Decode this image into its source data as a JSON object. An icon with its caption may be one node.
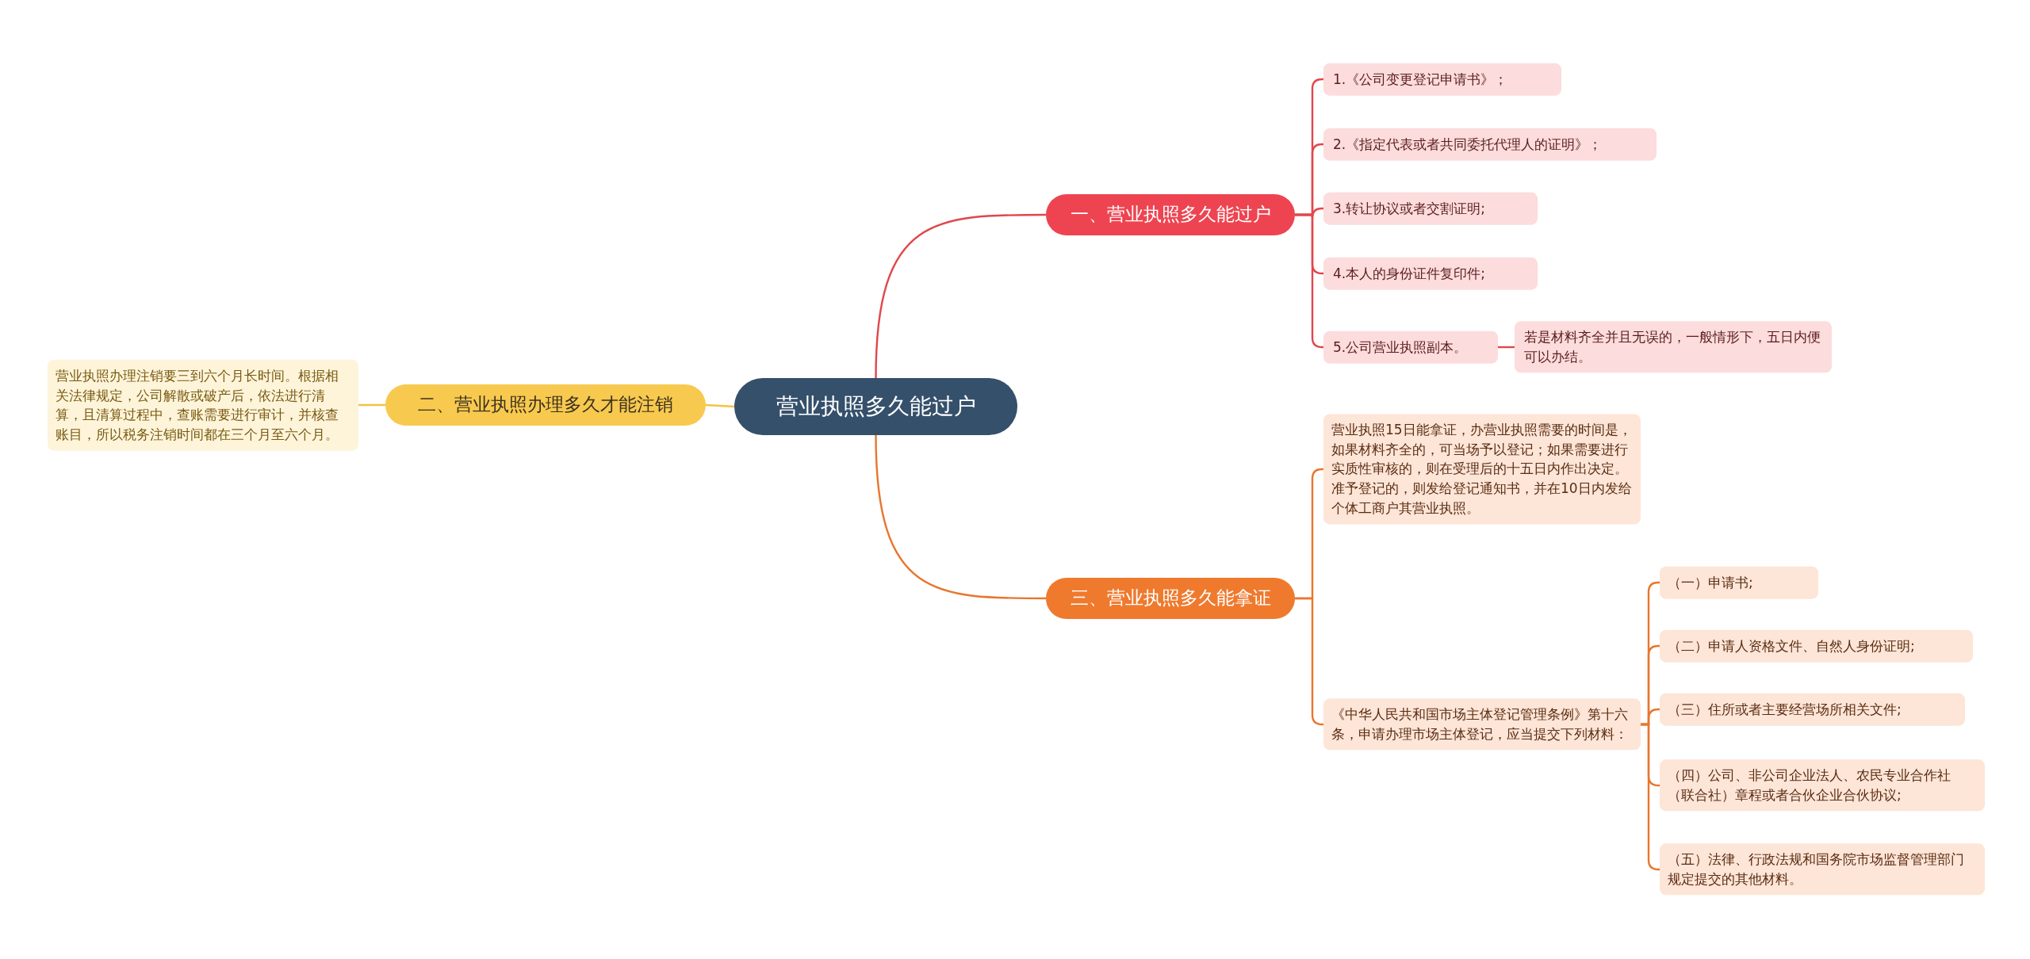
{
  "diagram": {
    "nodes": [
      {
        "text": [
          "营业执照多久能过户"
        ]
      },
      {
        "text": [
          "一、营业执照多久能过户"
        ]
      },
      {
        "text": [
          "1.《公司变更登记申请书》；"
        ]
      },
      {
        "text": [
          "2.《指定代表或者共同委托代理人的证明》；"
        ]
      },
      {
        "text": [
          "3.转让协议或者交割证明;"
        ]
      },
      {
        "text": [
          "4.本人的身份证件复印件;"
        ]
      },
      {
        "text": [
          "5.公司营业执照副本。"
        ]
      },
      {
        "text": [
          "若是材料齐全并且无误的，一般情形下，五日内便可以办结。"
        ]
      },
      {
        "text": [
          "二、营业执照办理多久才能注销"
        ]
      },
      {
        "text": [
          "营业执照办理注销要三到六个月长时间。根据相关法律规定，公司解散或破产后，依法进行清算，且清算过程中，查账需要进行审计，并核查账目，所以税务注销时间都在三个月至六个月。"
        ]
      },
      {
        "text": [
          "三、营业执照多久能拿证"
        ]
      },
      {
        "text": [
          "营业执照15日能拿证，办营业执照需要的时间是，如果材料齐全的，可当场予以登记；如果需要进行实质性审核的，则在受理后的十五日内作出决定。准予登记的，则发给登记通知书，并在10日内发给个体工商户其营业执照。"
        ]
      },
      {
        "text": [
          "《中华人民共和国市场主体登记管理条例》第十六条，申请办理市场主体登记，应当提交下列材料："
        ]
      },
      {
        "text": [
          "（一）申请书;"
        ]
      },
      {
        "text": [
          "（二）申请人资格文件、自然人身份证明;"
        ]
      },
      {
        "text": [
          "（三）住所或者主要经营场所相关文件;"
        ]
      },
      {
        "text": [
          "（四）公司、非公司企业法人、农民专业合作社（联合社）章程或者合伙企业合伙协议;"
        ]
      },
      {
        "text": [
          "（五）法律、行政法规和国务院市场监督管理部门规定提交的其他材料。"
        ]
      }
    ],
    "edges": [
      {
        "from": 0,
        "to": 1,
        "arrow": "none",
        "color": "#e0474c"
      },
      {
        "from": 1,
        "to": 2,
        "arrow": "none",
        "color": "#e0474c"
      },
      {
        "from": 1,
        "to": 3,
        "arrow": "none",
        "color": "#e0474c"
      },
      {
        "from": 1,
        "to": 4,
        "arrow": "none",
        "color": "#e0474c"
      },
      {
        "from": 1,
        "to": 5,
        "arrow": "none",
        "color": "#e0474c"
      },
      {
        "from": 1,
        "to": 6,
        "arrow": "none",
        "color": "#e0474c"
      },
      {
        "from": 6,
        "to": 7,
        "arrow": "none",
        "color": "#e0474c"
      },
      {
        "from": 0,
        "to": 8,
        "arrow": "none",
        "color": "#f3c342"
      },
      {
        "from": 8,
        "to": 9,
        "arrow": "none",
        "color": "#f3c342"
      },
      {
        "from": 0,
        "to": 10,
        "arrow": "none"
      },
      {
        "from": 10,
        "to": 11,
        "arrow": "none"
      },
      {
        "from": 10,
        "to": 12,
        "arrow": "none"
      },
      {
        "from": 12,
        "to": 13,
        "arrow": "none"
      },
      {
        "from": 12,
        "to": 14,
        "arrow": "none"
      },
      {
        "from": 12,
        "to": 15,
        "arrow": "none"
      },
      {
        "from": 12,
        "to": 16,
        "arrow": "none"
      },
      {
        "from": 12,
        "to": 17,
        "arrow": "none"
      }
    ]
  }
}
